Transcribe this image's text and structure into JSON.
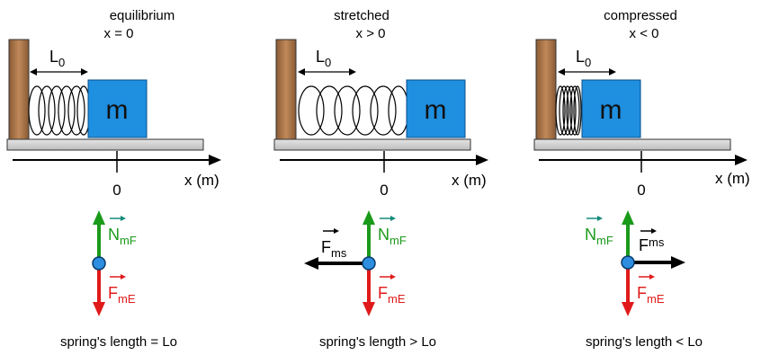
{
  "colors": {
    "wall": "#b07a4e",
    "floor": "#d6d6d6",
    "mass": "#1f8fe0",
    "normal_force": "#1a9a1a",
    "normal_label_arrow": "#158a7a",
    "gravity_force": "#e01a1a",
    "spring_force": "#000000",
    "particle": "#2d8ee0"
  },
  "panels": [
    {
      "state": "equilibrium",
      "condition": "x = 0",
      "length_label_main": "L",
      "length_label_sub": "0",
      "mass_label": "m",
      "axis_label": "x (m)",
      "origin_label": "0",
      "normal_main": "N",
      "normal_sub": "mF",
      "gravity_main": "F",
      "gravity_sub": "mE",
      "spring_force_main": "",
      "spring_force_sub": "",
      "caption": "spring's length = Lo"
    },
    {
      "state": "stretched",
      "condition": "x > 0",
      "length_label_main": "L",
      "length_label_sub": "0",
      "mass_label": "m",
      "axis_label": "x (m)",
      "origin_label": "0",
      "normal_main": "N",
      "normal_sub": "mF",
      "gravity_main": "F",
      "gravity_sub": "mE",
      "spring_force_main": "F",
      "spring_force_sub": "ms",
      "caption": "spring's length >  Lo"
    },
    {
      "state": "compressed",
      "condition": "x < 0",
      "length_label_main": "L",
      "length_label_sub": "0",
      "mass_label": "m",
      "axis_label": "x (m)",
      "origin_label": "0",
      "normal_main": "N",
      "normal_sub": "mF",
      "gravity_main": "F",
      "gravity_sub": "mE",
      "spring_force_main": "F",
      "spring_force_sub": "ms",
      "caption": "spring's length < Lo"
    }
  ]
}
